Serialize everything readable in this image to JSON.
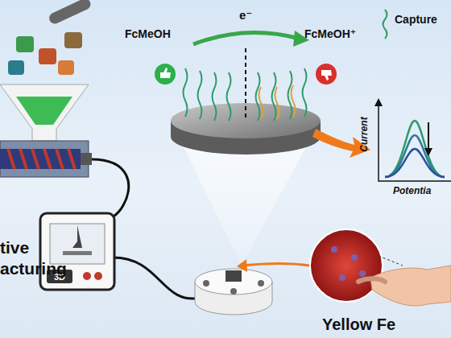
{
  "diagram": {
    "nodes": [
      {
        "text": [
          "3D"
        ]
      }
    ],
    "labels": [
      "FcMeOH",
      "e⁻",
      "FcMeOH⁺",
      "Capture",
      "Current",
      "Potentia",
      "tive",
      "acturing",
      "Yellow Fe"
    ]
  }
}
